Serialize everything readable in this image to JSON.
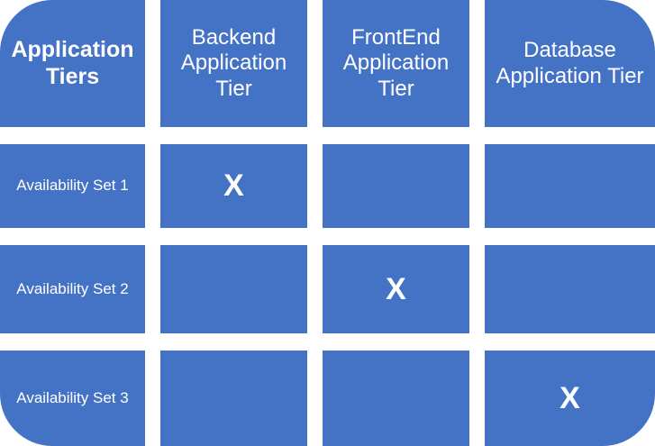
{
  "diagram": {
    "type": "matrix-table",
    "accent_color": "#4472C4",
    "text_color": "#FFFFFF",
    "background_color": "#FFFFFF",
    "corner_title": "Application Tiers",
    "column_headers": [
      "Backend Application Tier",
      "FrontEnd Application Tier",
      "Database Application Tier"
    ],
    "row_headers": [
      "Availability Set 1",
      "Availability Set 2",
      "Availability Set 3"
    ],
    "mark_symbol": "X",
    "cells": [
      [
        "X",
        "",
        ""
      ],
      [
        "",
        "X",
        ""
      ],
      [
        "",
        "",
        "X"
      ]
    ]
  }
}
